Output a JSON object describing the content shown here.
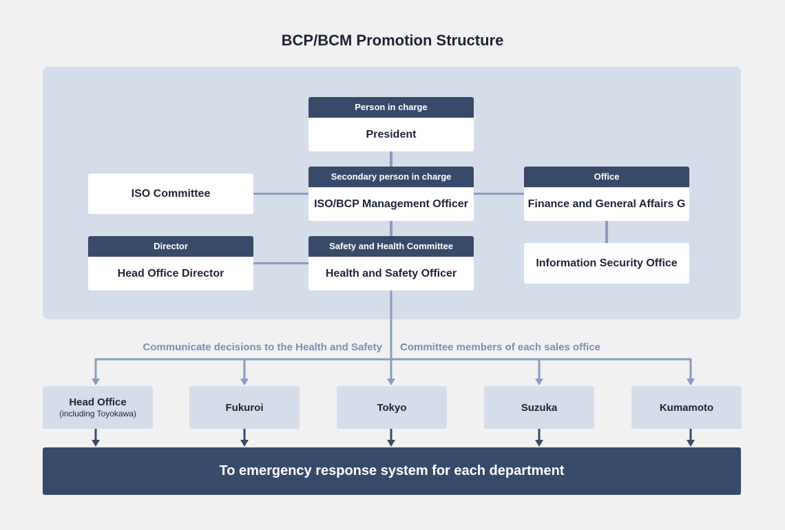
{
  "title": "BCP/BCM Promotion Structure",
  "colors": {
    "accent": "#384a69",
    "panel": "#d5dcea",
    "connector": "#8a9cc0",
    "note_text": "#7a8fb8"
  },
  "org": {
    "president": {
      "header": "Person in charge",
      "name": "President"
    },
    "management": {
      "header": "Secondary person in charge",
      "name": "ISO/BCP Management Officer"
    },
    "safety": {
      "header": "Safety and Health Committee",
      "name": "Health and Safety Officer"
    },
    "iso_committee": {
      "name": "ISO Committee"
    },
    "director": {
      "header": "Director",
      "name": "Head Office Director"
    },
    "finance": {
      "header": "Office",
      "name": "Finance and General Affairs G"
    },
    "infosec": {
      "name": "Information Security Office"
    }
  },
  "notes": {
    "left": "Communicate decisions to the Health and Safety",
    "right": "Committee members of each sales office"
  },
  "offices": [
    {
      "name": "Head Office",
      "sub": "(including Toyokawa)"
    },
    {
      "name": "Fukuroi"
    },
    {
      "name": "Tokyo"
    },
    {
      "name": "Suzuka"
    },
    {
      "name": "Kumamoto"
    }
  ],
  "bottom": {
    "label": "To emergency response system for each department"
  }
}
